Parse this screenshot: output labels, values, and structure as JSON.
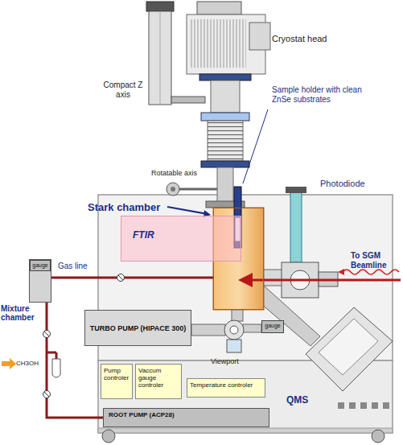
{
  "diagram": {
    "nodes": [
      {
        "text": [
          "Stark chamber"
        ]
      },
      {
        "text": [
          "FTIR"
        ]
      },
      {
        "text": [
          "Mixture chamber"
        ]
      },
      {
        "text": [
          "gauge"
        ],
        "in": 2
      },
      {
        "text": [
          "TURBO PUMP (HIPACE 300)"
        ]
      },
      {
        "text": [
          "gauge"
        ]
      },
      {
        "text": [
          "Pump controler"
        ]
      },
      {
        "text": [
          "Vaccum gauge controler"
        ]
      },
      {
        "text": [
          "Temperature controler"
        ]
      },
      {
        "text": [
          "ROOT PUMP (ACP28)"
        ]
      }
    ],
    "edges": [
      {
        "from": 2,
        "to": 0,
        "arrow": "none",
        "label": "Gas line"
      },
      {
        "from": 2,
        "to": 9,
        "arrow": "none"
      }
    ],
    "labels": [
      "Compact Z axis",
      "Cryostat head",
      "Sample holder with clean ZnSe substrates",
      "Rotatable axis",
      "Photodiode",
      "To SGM Beamline",
      "Viewport",
      "QMS",
      "CH3OH"
    ]
  }
}
